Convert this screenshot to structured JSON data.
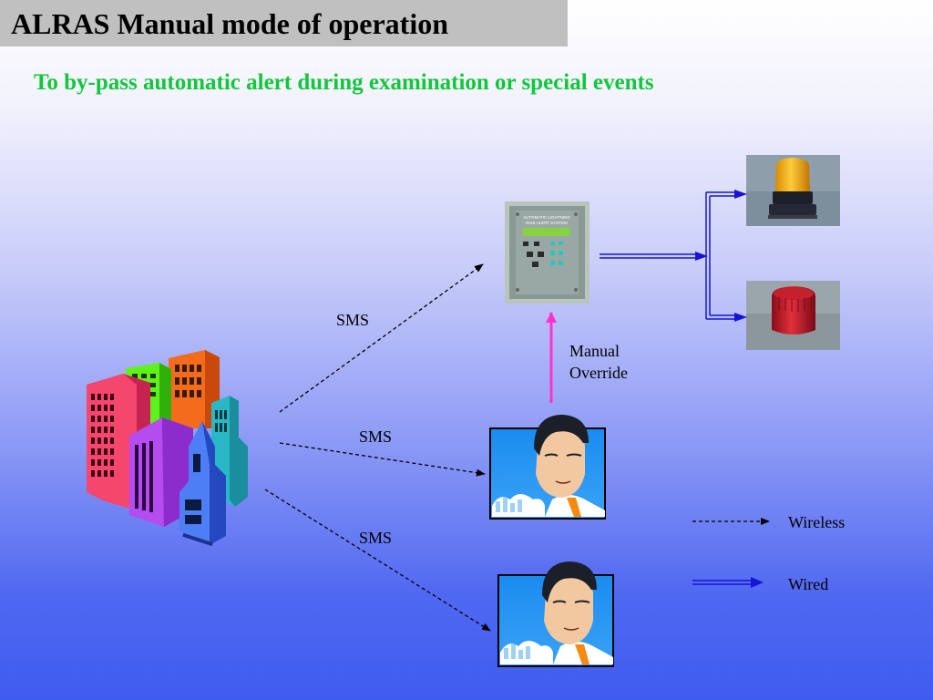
{
  "slide": {
    "title": "ALRAS Manual mode of operation",
    "subtitle": "To by-pass automatic alert during examination or special events"
  },
  "labels": {
    "sms_top": "SMS",
    "sms_middle": "SMS",
    "sms_bottom": "SMS",
    "manual_override_line1": "Manual",
    "manual_override_line2": "Override"
  },
  "controller": {
    "panel_text_line1": "AUTOMATIC LIGHTNING",
    "panel_text_line2": "RISK ALERT SYSTEM"
  },
  "legend": {
    "wireless": "Wireless",
    "wired": "Wired"
  },
  "colors": {
    "subtitle": "#11c73a",
    "wired_arrow": "#1414d8",
    "override_arrow": "#ff33cc",
    "wireless_arrow": "#000000"
  }
}
